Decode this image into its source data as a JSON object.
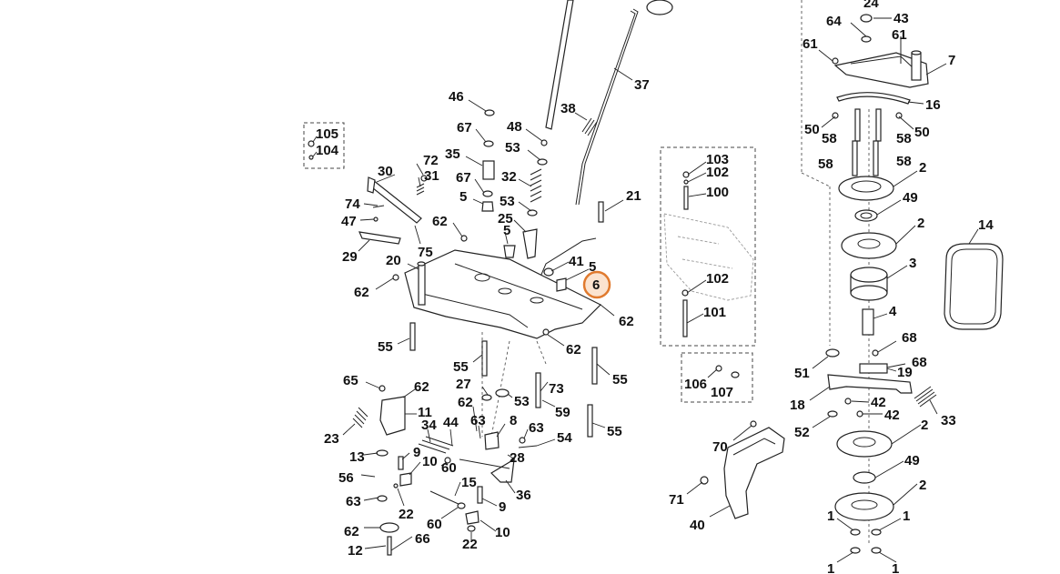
{
  "highlighted_callout": "6",
  "highlight_color": "#e07a2e",
  "callouts": {
    "c24": "24",
    "c43": "43",
    "c64": "64",
    "c61a": "61",
    "c61b": "61",
    "c7": "7",
    "c16": "16",
    "c50a": "50",
    "c50b": "50",
    "c58a": "58",
    "c58b": "58",
    "c58c": "58",
    "c58d": "58",
    "c2a": "2",
    "c49a": "49",
    "c2b": "2",
    "c3": "3",
    "c4": "4",
    "c14": "14",
    "c68a": "68",
    "c68b": "68",
    "c51": "51",
    "c19": "19",
    "c18": "18",
    "c42a": "42",
    "c42b": "42",
    "c33": "33",
    "c52": "52",
    "c2c": "2",
    "c49b": "49",
    "c2d": "2",
    "c1a": "1",
    "c1b": "1",
    "c1c": "1",
    "c1d": "1",
    "c70": "70",
    "c71": "71",
    "c40": "40",
    "c103": "103",
    "c102a": "102",
    "c100": "100",
    "c102b": "102",
    "c101": "101",
    "c106": "106",
    "c107": "107",
    "c105": "105",
    "c104": "104",
    "c46": "46",
    "c67a": "67",
    "c35": "35",
    "c67b": "67",
    "c48": "48",
    "c53a": "53",
    "c38": "38",
    "c37": "37",
    "c32": "32",
    "c53b": "53",
    "c25": "25",
    "c21": "21",
    "c72": "72",
    "c31": "31",
    "c30": "30",
    "c74": "74",
    "c47": "47",
    "c29": "29",
    "c5a": "5",
    "c62a": "62",
    "c5b": "5",
    "c75": "75",
    "c41": "41",
    "c5c": "5",
    "c6": "6",
    "c20": "20",
    "c62b": "62",
    "c62c": "62",
    "c55a": "55",
    "c55b": "55",
    "c62d": "62",
    "c55c": "55",
    "c73": "73",
    "c27": "27",
    "c53c": "53",
    "c59": "59",
    "c55d": "55",
    "c65": "65",
    "c62e": "62",
    "c11": "11",
    "c62f": "62",
    "c34": "34",
    "c44": "44",
    "c63a": "63",
    "c8": "8",
    "c63b": "63",
    "c54": "54",
    "c23": "23",
    "c13": "13",
    "c9a": "9",
    "c10a": "10",
    "c60a": "60",
    "c28": "28",
    "c56": "56",
    "c15": "15",
    "c36": "36",
    "c63c": "63",
    "c22a": "22",
    "c9b": "9",
    "c60b": "60",
    "c62g": "62",
    "c10b": "10",
    "c12": "12",
    "c66": "66",
    "c22b": "22"
  }
}
